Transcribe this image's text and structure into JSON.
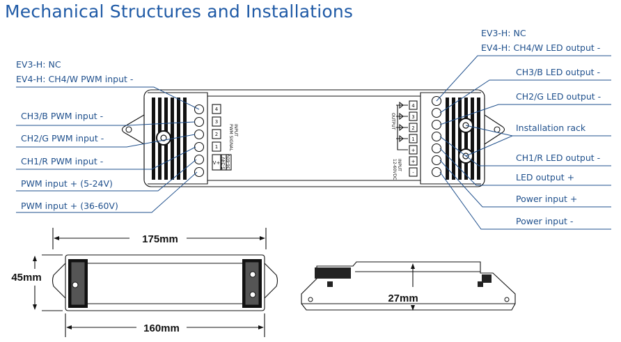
{
  "title": "Mechanical Structures and Installations",
  "left_labels": {
    "ev3h": "EV3-H: NC",
    "ev4h": "EV4-H: CH4/W PWM input -",
    "ch3": "CH3/B PWM input -",
    "ch2": "CH2/G PWM input -",
    "ch1": "CH1/R PWM input -",
    "pwm_low": "PWM input + (5-24V)",
    "pwm_high": "PWM input + (36-60V)"
  },
  "right_labels": {
    "ev3h": "EV3-H: NC",
    "ev4h": "EV4-H: CH4/W LED output -",
    "ch3": "CH3/B LED output -",
    "ch2": "CH2/G LED output -",
    "rack": "Installation rack",
    "ch1": "CH1/R LED output -",
    "led_plus": "LED output +",
    "power_plus": "Power input +",
    "power_minus": "Power input -"
  },
  "device": {
    "input_terminals": [
      "4",
      "3",
      "2",
      "1",
      "V+"
    ],
    "input_caption": "INPUT",
    "input_caption2": "PWM SIGNAL",
    "input_voltage_tags": [
      "5-24V",
      "36-60V"
    ],
    "output_terminals": [
      "4",
      "3",
      "2",
      "1",
      "+",
      "+",
      "-"
    ],
    "output_caption": "OUTPUT",
    "power_caption": "INPUT",
    "power_caption2": "12-60VDC"
  },
  "dimensions": {
    "length": "175mm",
    "height": "45mm",
    "inner_length": "160mm",
    "depth": "27mm"
  }
}
